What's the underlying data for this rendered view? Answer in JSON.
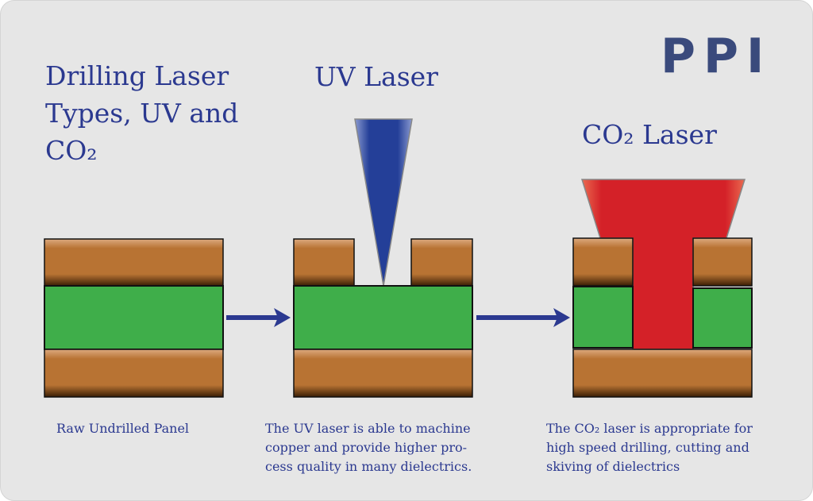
{
  "title_lines": [
    "Drilling Laser",
    "Types, UV and",
    "CO₂"
  ],
  "logo": "PPI",
  "uv_label": "UV Laser",
  "co2_label": "CO₂ Laser",
  "captions": {
    "raw": "Raw Undrilled Panel",
    "uv": [
      "The UV laser is able to machine",
      "copper and provide higher pro-",
      "cess quality in many dielectrics."
    ],
    "co2": [
      "The CO₂ laser is appropriate for",
      "high speed drilling, cutting and",
      "skiving of dielectrics"
    ]
  },
  "colors": {
    "copper": "#b87333",
    "dielectric": "#3fae4a",
    "uv_beam": "#243f98",
    "co2_beam": "#d42128",
    "arrow": "#2b3990",
    "text": "#2b3990"
  }
}
